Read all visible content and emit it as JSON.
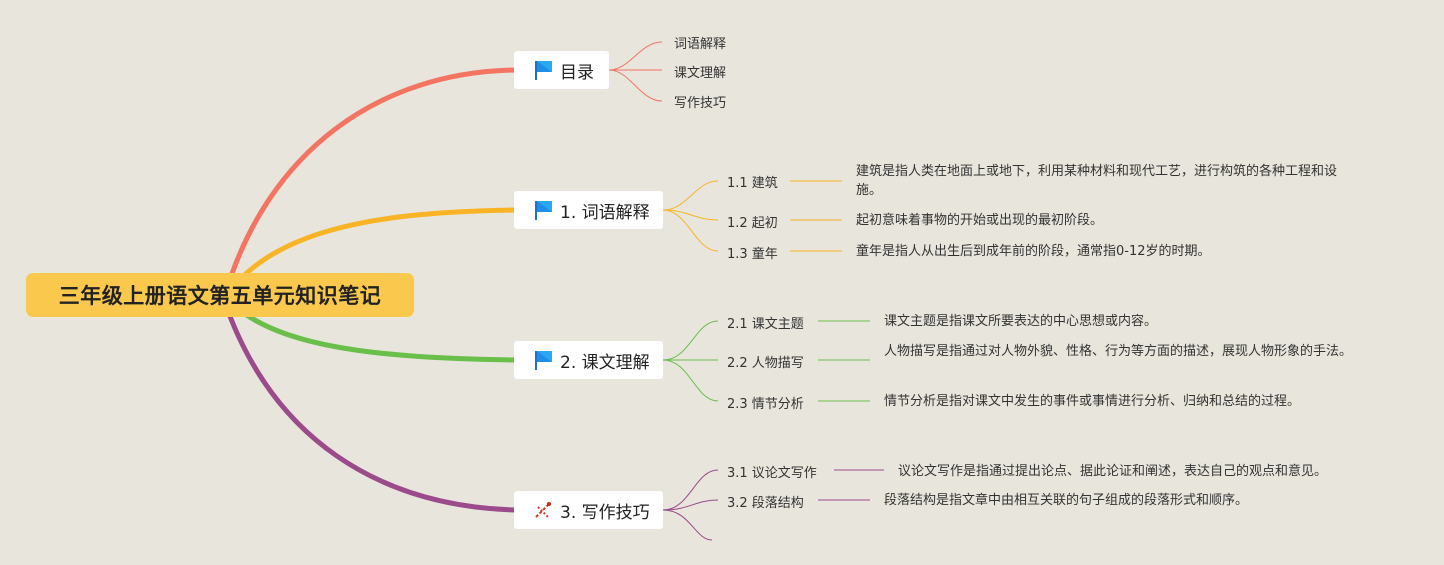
{
  "root": {
    "title": "三年级上册语文第五单元知识笔记"
  },
  "colors": {
    "background": "#e8e5dc",
    "root": "#f9c84d",
    "branch_toc": "#f47462",
    "branch_vocab": "#f8b425",
    "branch_text": "#6abf4b",
    "branch_writing": "#9b4a8c"
  },
  "branches": [
    {
      "id": "toc",
      "label": "目录",
      "icon": "flag-icon",
      "children": [
        {
          "label": "词语解释"
        },
        {
          "label": "课文理解"
        },
        {
          "label": "写作技巧"
        }
      ]
    },
    {
      "id": "vocab",
      "label": "1. 词语解释",
      "icon": "flag-icon",
      "children": [
        {
          "label": "1.1 建筑",
          "desc": "建筑是指人类在地面上或地下，利用某种材料和现代工艺，进行构筑的各种工程和设施。"
        },
        {
          "label": "1.2 起初",
          "desc": "起初意味着事物的开始或出现的最初阶段。"
        },
        {
          "label": "1.3 童年",
          "desc": "童年是指人从出生后到成年前的阶段，通常指0-12岁的时期。"
        }
      ]
    },
    {
      "id": "text",
      "label": "2. 课文理解",
      "icon": "flag-icon",
      "children": [
        {
          "label": "2.1 课文主题",
          "desc": "课文主题是指课文所要表达的中心思想或内容。"
        },
        {
          "label": "2.2 人物描写",
          "desc": "人物描写是指通过对人物外貌、性格、行为等方面的描述，展现人物形象的手法。"
        },
        {
          "label": "2.3 情节分析",
          "desc": "情节分析是指对课文中发生的事件或事情进行分析、归纳和总结的过程。"
        }
      ]
    },
    {
      "id": "writing",
      "label": "3. 写作技巧",
      "icon": "tools-icon",
      "children": [
        {
          "label": "3.1 议论文写作",
          "desc": "议论文写作是指通过提出论点、据此论证和阐述，表达自己的观点和意见。"
        },
        {
          "label": "3.2 段落结构",
          "desc": "段落结构是指文章中由相互关联的句子组成的段落形式和顺序。"
        }
      ]
    }
  ]
}
